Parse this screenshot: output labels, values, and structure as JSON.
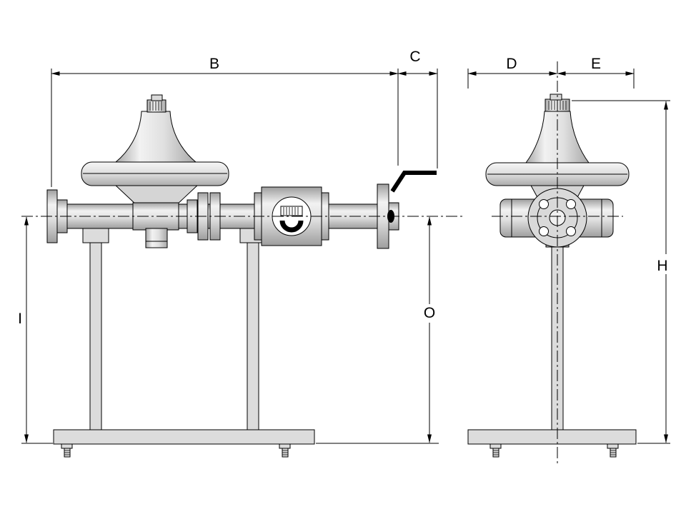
{
  "dimensions": {
    "b": "B",
    "c": "C",
    "d": "D",
    "e": "E",
    "h": "H",
    "i": "I",
    "o": "O"
  }
}
